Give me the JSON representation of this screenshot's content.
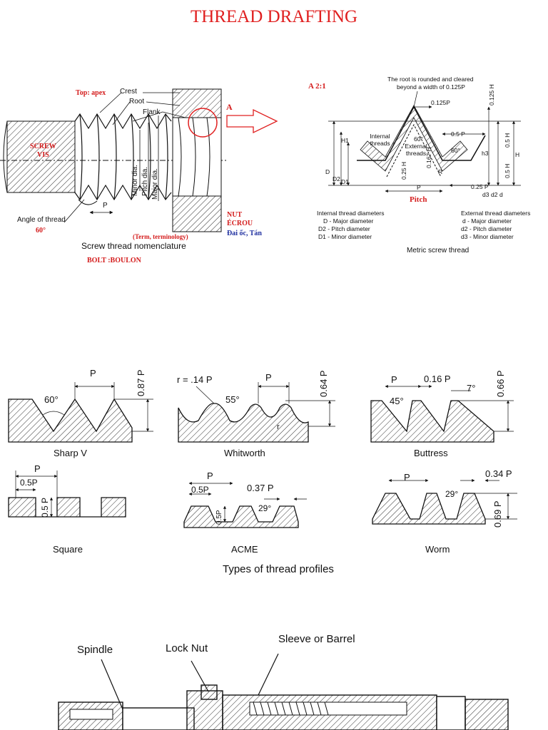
{
  "page": {
    "title": "THREAD DRAFTING"
  },
  "screw": {
    "top_apex": "Top: apex",
    "crest": "Crest",
    "root": "Root",
    "flank": "Flank",
    "screw_label": "SCREW",
    "vis_label": "VIS",
    "minor_dia": "Minor dia.",
    "pitch_dia": "Pitch dia.",
    "major_dia": "Major dia.",
    "p_label": "P",
    "angle_label": "Angle of thread",
    "angle_value": "60°",
    "a_marker": "A",
    "nut_label": "NUT",
    "ecrou_label": "ÉCROU",
    "vn_label": "Đai ốc, Tán",
    "term_label": "(Term, terminology)",
    "caption": "Screw thread nomenclature",
    "bolt_label": "BOLT :BOULON"
  },
  "metric": {
    "scale_label": "A 2:1",
    "note_line1": "The root is rounded and cleared",
    "note_line2": "beyond a width of 0.125P",
    "p0125": "0.125P",
    "h0125": "0.125 H",
    "internal_threads": "Internal threads",
    "external_threads": "External threads",
    "angle1": "60°",
    "angle2": "60°",
    "half_p": "0.5 P",
    "h025": "0.25 H",
    "h0167": "0.167 H",
    "h05": "0.5 H",
    "h05b": "0.5 H",
    "h_label": "H",
    "h1": "H1",
    "h3": "h3",
    "r_label": "R",
    "d_big": "D",
    "d2_big": "D2",
    "d1_big": "D1",
    "d3": "d3",
    "d2": "d2",
    "d": "d",
    "p_label": "P",
    "p025": "0.25 P",
    "pitch": "Pitch",
    "int_title": "Internal thread diameters",
    "int_d": "D - Major diameter",
    "int_d2": "D2 - Pitch diameter",
    "int_d1": "D1 - Minor diameter",
    "ext_title": "External thread diameters",
    "ext_d": "d - Major diameter",
    "ext_d2": "d2 - Pitch diameter",
    "ext_d3": "d3 - Minor diameter",
    "caption": "Metric screw thread"
  },
  "profiles": {
    "sharp_v": {
      "name": "Sharp V",
      "angle": "60°",
      "p": "P",
      "height": "0.87 P"
    },
    "whitworth": {
      "name": "Whitworth",
      "radius": "r = .14 P",
      "angle": "55°",
      "p": "P",
      "height": "0.64 P",
      "r": "r"
    },
    "buttress": {
      "name": "Buttress",
      "p": "P",
      "land": "0.16 P",
      "angle1": "45°",
      "angle2": "7°",
      "height": "0.66 P"
    },
    "square": {
      "name": "Square",
      "p": "P",
      "half": "0.5P",
      "height": "0.5 P"
    },
    "acme": {
      "name": "ACME",
      "p": "P",
      "half": "0.5P",
      "height": "0.5P",
      "land": "0.37 P",
      "angle": "29°"
    },
    "worm": {
      "name": "Worm",
      "p": "P",
      "land": "0.34 P",
      "angle": "29°",
      "height": "0.69 P"
    },
    "caption": "Types of thread profiles"
  },
  "micrometer": {
    "spindle": "Spindle",
    "lock_nut": "Lock Nut",
    "sleeve": "Sleeve or Barrel"
  },
  "colors": {
    "title_red": "#e02020",
    "label_red": "#d41c1c",
    "label_blue": "#2030a0"
  }
}
